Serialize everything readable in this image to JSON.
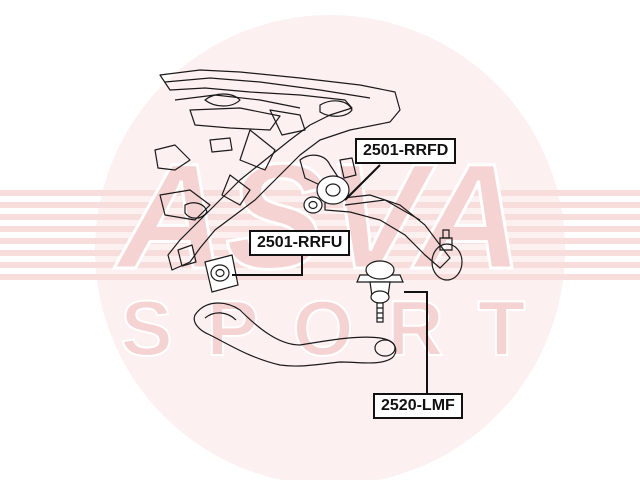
{
  "watermark": {
    "brand_text": "ASVA",
    "sub_text": "SPORT",
    "color": "#f2b8b8"
  },
  "callouts": {
    "rrfd": "2501-RRFD",
    "rrfu": "2501-RRFU",
    "lmf": "2520-LMF"
  },
  "colors": {
    "line": "#1a1a1a",
    "watermark": "#f4c4c4"
  }
}
